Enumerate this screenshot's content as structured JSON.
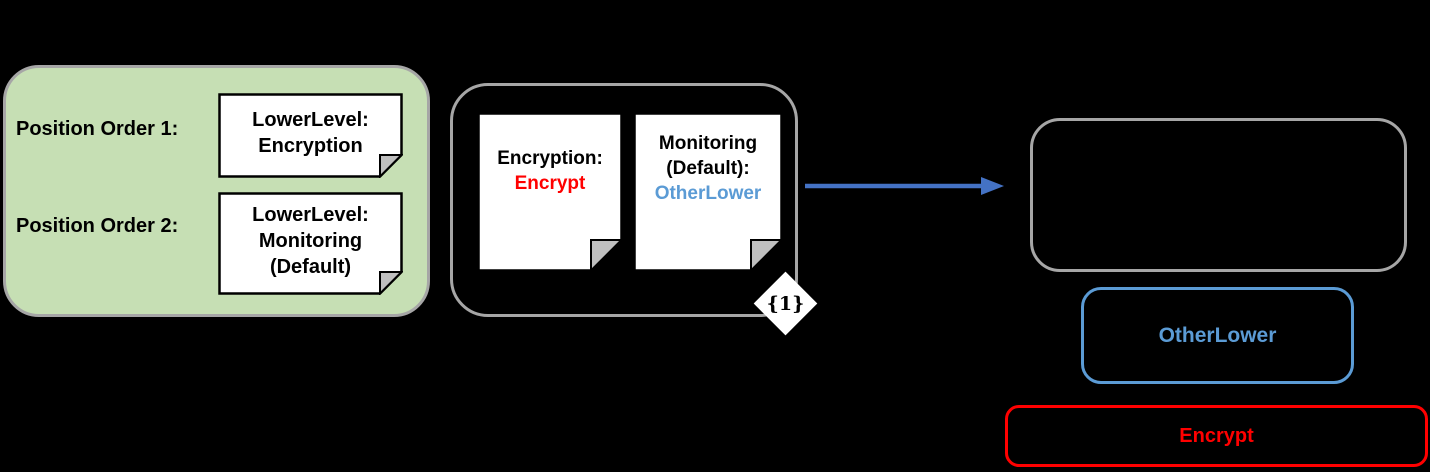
{
  "colors": {
    "green_fill": "#c6dfb4",
    "gray_border": "#a6a6a6",
    "blue": "#5b9bd5",
    "arrow_blue": "#4472c4",
    "red": "#ff0000",
    "note_fold": "#bfbfbf",
    "note_fill": "#ffffff",
    "diamond_fill": "#ffffff"
  },
  "left_panel": {
    "row1": {
      "label": "Position Order 1:",
      "note_lines": [
        "LowerLevel:",
        "Encryption"
      ]
    },
    "row2": {
      "label": "Position Order 2:",
      "note_lines": [
        "LowerLevel:",
        "Monitoring",
        "(Default)"
      ]
    }
  },
  "middle_group": {
    "encryption_note": {
      "title": "Encryption:",
      "value": "Encrypt"
    },
    "monitoring_note": {
      "title_line1": "Monitoring",
      "title_line2": "(Default):",
      "value": "OtherLower"
    },
    "badge_label": "{1}"
  },
  "right_panel": {
    "otherlower_label": "OtherLower",
    "encrypt_label": "Encrypt"
  }
}
